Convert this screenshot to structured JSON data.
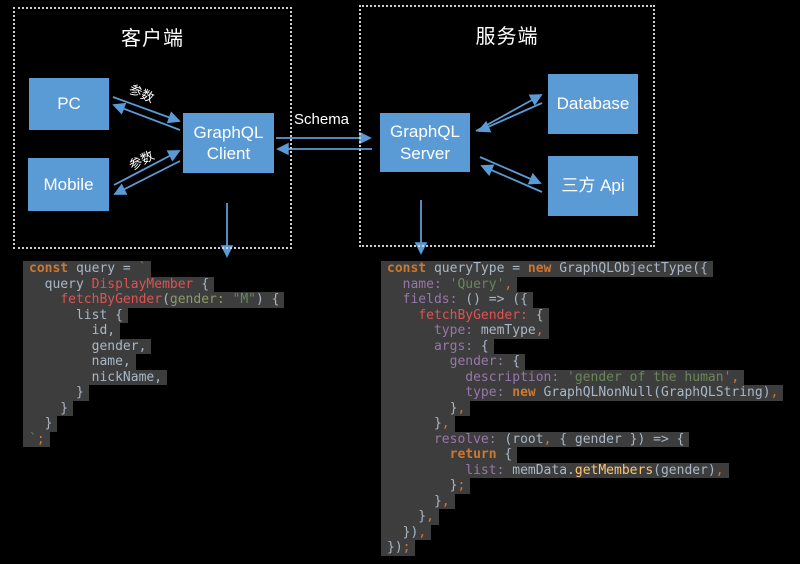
{
  "diagram": {
    "client_group": {
      "title": "客户端"
    },
    "server_group": {
      "title": "服务端"
    },
    "nodes": {
      "pc": "PC",
      "mobile": "Mobile",
      "graphql_client": "GraphQL Client",
      "graphql_server": "GraphQL Server",
      "database": "Database",
      "third_party_api": "三方 Api"
    },
    "labels": {
      "schema": "Schema",
      "param_pc": "参数",
      "param_mobile": "参数"
    },
    "colors": {
      "node_blue": "#5b9bd5",
      "arrow_blue": "#5b9bd5",
      "dashed_border": "#cfcfcf",
      "code_line_bg": "#3d3d3d",
      "code_fg": "#a9b7c6",
      "code_keyword": "#cc7832",
      "code_red": "#e05252",
      "code_string": "#6a8759",
      "code_property": "#9876aa",
      "code_function": "#ffc66d"
    }
  },
  "code_left": {
    "lines": [
      [
        [
          "kw",
          "const"
        ],
        [
          "fg",
          " query = "
        ],
        [
          "str",
          "`"
        ]
      ],
      [
        [
          "fg",
          "  query "
        ],
        [
          "red",
          "DisplayMember"
        ],
        [
          "fg",
          " {"
        ]
      ],
      [
        [
          "fg",
          "    "
        ],
        [
          "red",
          "fetchByGender"
        ],
        [
          "fg",
          "("
        ],
        [
          "arg",
          "gender:"
        ],
        [
          "fg",
          " "
        ],
        [
          "str",
          "\"M\""
        ],
        [
          "fg",
          ") {"
        ]
      ],
      [
        [
          "fg",
          "      list {"
        ]
      ],
      [
        [
          "fg",
          "        id,"
        ]
      ],
      [
        [
          "fg",
          "        gender,"
        ]
      ],
      [
        [
          "fg",
          "        name,"
        ]
      ],
      [
        [
          "fg",
          "        nickName,"
        ]
      ],
      [
        [
          "fg",
          "      }"
        ]
      ],
      [
        [
          "fg",
          "    }"
        ]
      ],
      [
        [
          "fg",
          "  }"
        ]
      ],
      [
        [
          "str",
          "`"
        ],
        [
          "o",
          ";"
        ]
      ]
    ]
  },
  "code_right": {
    "lines": [
      [
        [
          "kw",
          "const"
        ],
        [
          "fg",
          " queryType = "
        ],
        [
          "kw",
          "new"
        ],
        [
          "fg",
          " GraphQLObjectType({"
        ]
      ],
      [
        [
          "fg",
          "  "
        ],
        [
          "prop",
          "name:"
        ],
        [
          "fg",
          " "
        ],
        [
          "str",
          "'Query'"
        ],
        [
          "o",
          ","
        ]
      ],
      [
        [
          "fg",
          "  "
        ],
        [
          "prop",
          "fields:"
        ],
        [
          "fg",
          " () => ({"
        ]
      ],
      [
        [
          "fg",
          "    "
        ],
        [
          "red",
          "fetchByGender:"
        ],
        [
          "fg",
          " {"
        ]
      ],
      [
        [
          "fg",
          "      "
        ],
        [
          "prop",
          "type:"
        ],
        [
          "fg",
          " memType"
        ],
        [
          "o",
          ","
        ]
      ],
      [
        [
          "fg",
          "      "
        ],
        [
          "prop",
          "args:"
        ],
        [
          "fg",
          " {"
        ]
      ],
      [
        [
          "fg",
          "        "
        ],
        [
          "prop",
          "gender:"
        ],
        [
          "fg",
          " {"
        ]
      ],
      [
        [
          "fg",
          "          "
        ],
        [
          "prop",
          "description:"
        ],
        [
          "fg",
          " "
        ],
        [
          "str",
          "'gender of the human'"
        ],
        [
          "o",
          ","
        ]
      ],
      [
        [
          "fg",
          "          "
        ],
        [
          "prop",
          "type:"
        ],
        [
          "fg",
          " "
        ],
        [
          "kw",
          "new"
        ],
        [
          "fg",
          " GraphQLNonNull(GraphQLString)"
        ],
        [
          "o",
          ","
        ]
      ],
      [
        [
          "fg",
          "        }"
        ],
        [
          "o",
          ","
        ]
      ],
      [
        [
          "fg",
          "      }"
        ],
        [
          "o",
          ","
        ]
      ],
      [
        [
          "fg",
          "      "
        ],
        [
          "prop",
          "resolve:"
        ],
        [
          "fg",
          " (root"
        ],
        [
          "o",
          ","
        ],
        [
          "fg",
          " { gender }) => {"
        ]
      ],
      [
        [
          "fg",
          "        "
        ],
        [
          "kw",
          "return"
        ],
        [
          "fg",
          " {"
        ]
      ],
      [
        [
          "fg",
          "          "
        ],
        [
          "prop",
          "list:"
        ],
        [
          "fg",
          " memData."
        ],
        [
          "fn",
          "getMembers"
        ],
        [
          "fg",
          "(gender)"
        ],
        [
          "o",
          ","
        ]
      ],
      [
        [
          "fg",
          "        }"
        ],
        [
          "o",
          ";"
        ]
      ],
      [
        [
          "fg",
          "      }"
        ],
        [
          "o",
          ","
        ]
      ],
      [
        [
          "fg",
          "    }"
        ],
        [
          "o",
          ","
        ]
      ],
      [
        [
          "fg",
          "  })"
        ],
        [
          "o",
          ","
        ]
      ],
      [
        [
          "fg",
          "})"
        ],
        [
          "o",
          ";"
        ]
      ]
    ]
  }
}
